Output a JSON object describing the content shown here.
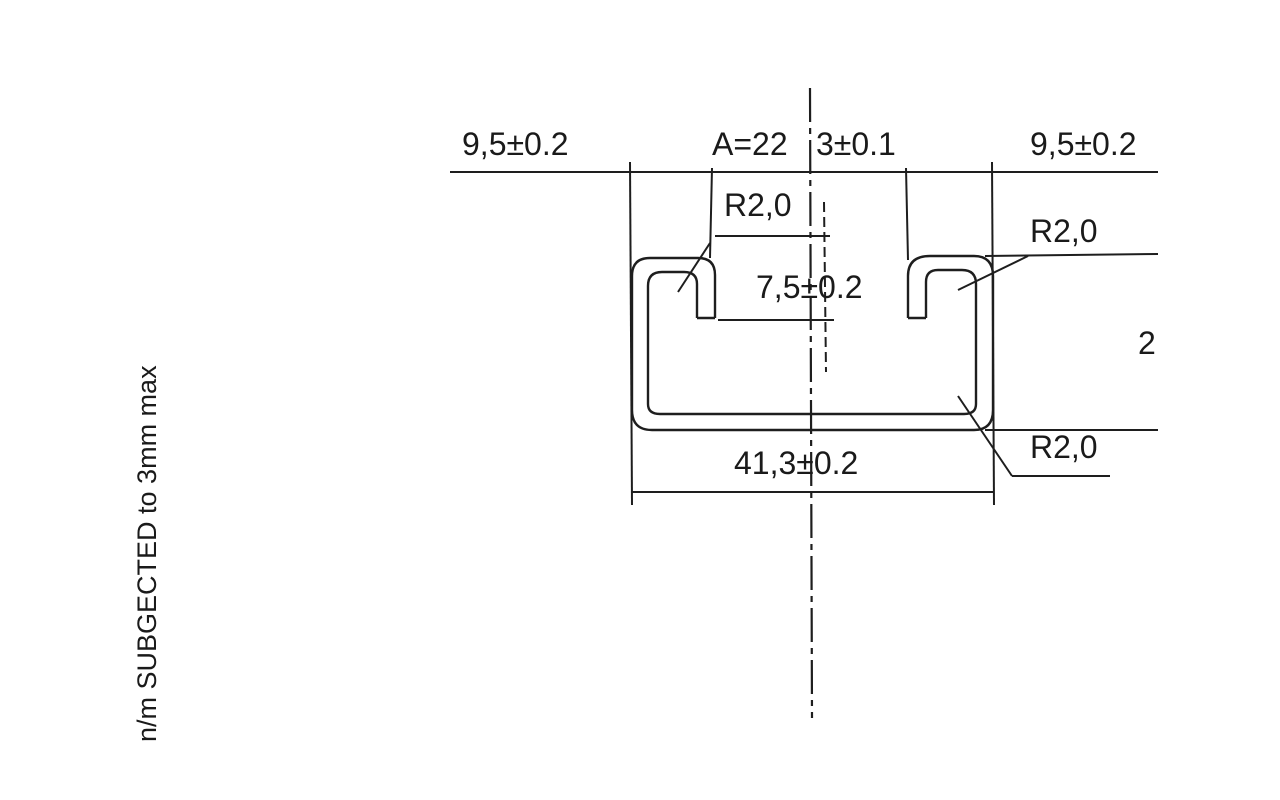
{
  "drawing": {
    "side_note": "n/m SUBGECTED to 3mm max",
    "dimensions": {
      "flange_left": "9,5±0.2",
      "slot_width": "A=22",
      "lip_thickness": "3±0.1",
      "flange_right": "9,5±0.2",
      "radius_top_left": "R2,0",
      "radius_top_right": "R2,0",
      "lip_height": "7,5±0.2",
      "overall_width": "41,3±0.2",
      "radius_bottom_right": "R2,0",
      "height_partial": "2"
    },
    "colors": {
      "line": "#1e1e1e",
      "background": "#ffffff"
    }
  }
}
